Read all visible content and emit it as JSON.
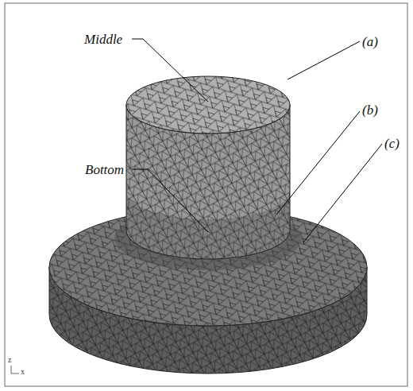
{
  "diagram": {
    "labels": [
      "Middle",
      "(a)",
      "(b)",
      "(c)",
      "Bottom",
      "z",
      "x"
    ]
  }
}
